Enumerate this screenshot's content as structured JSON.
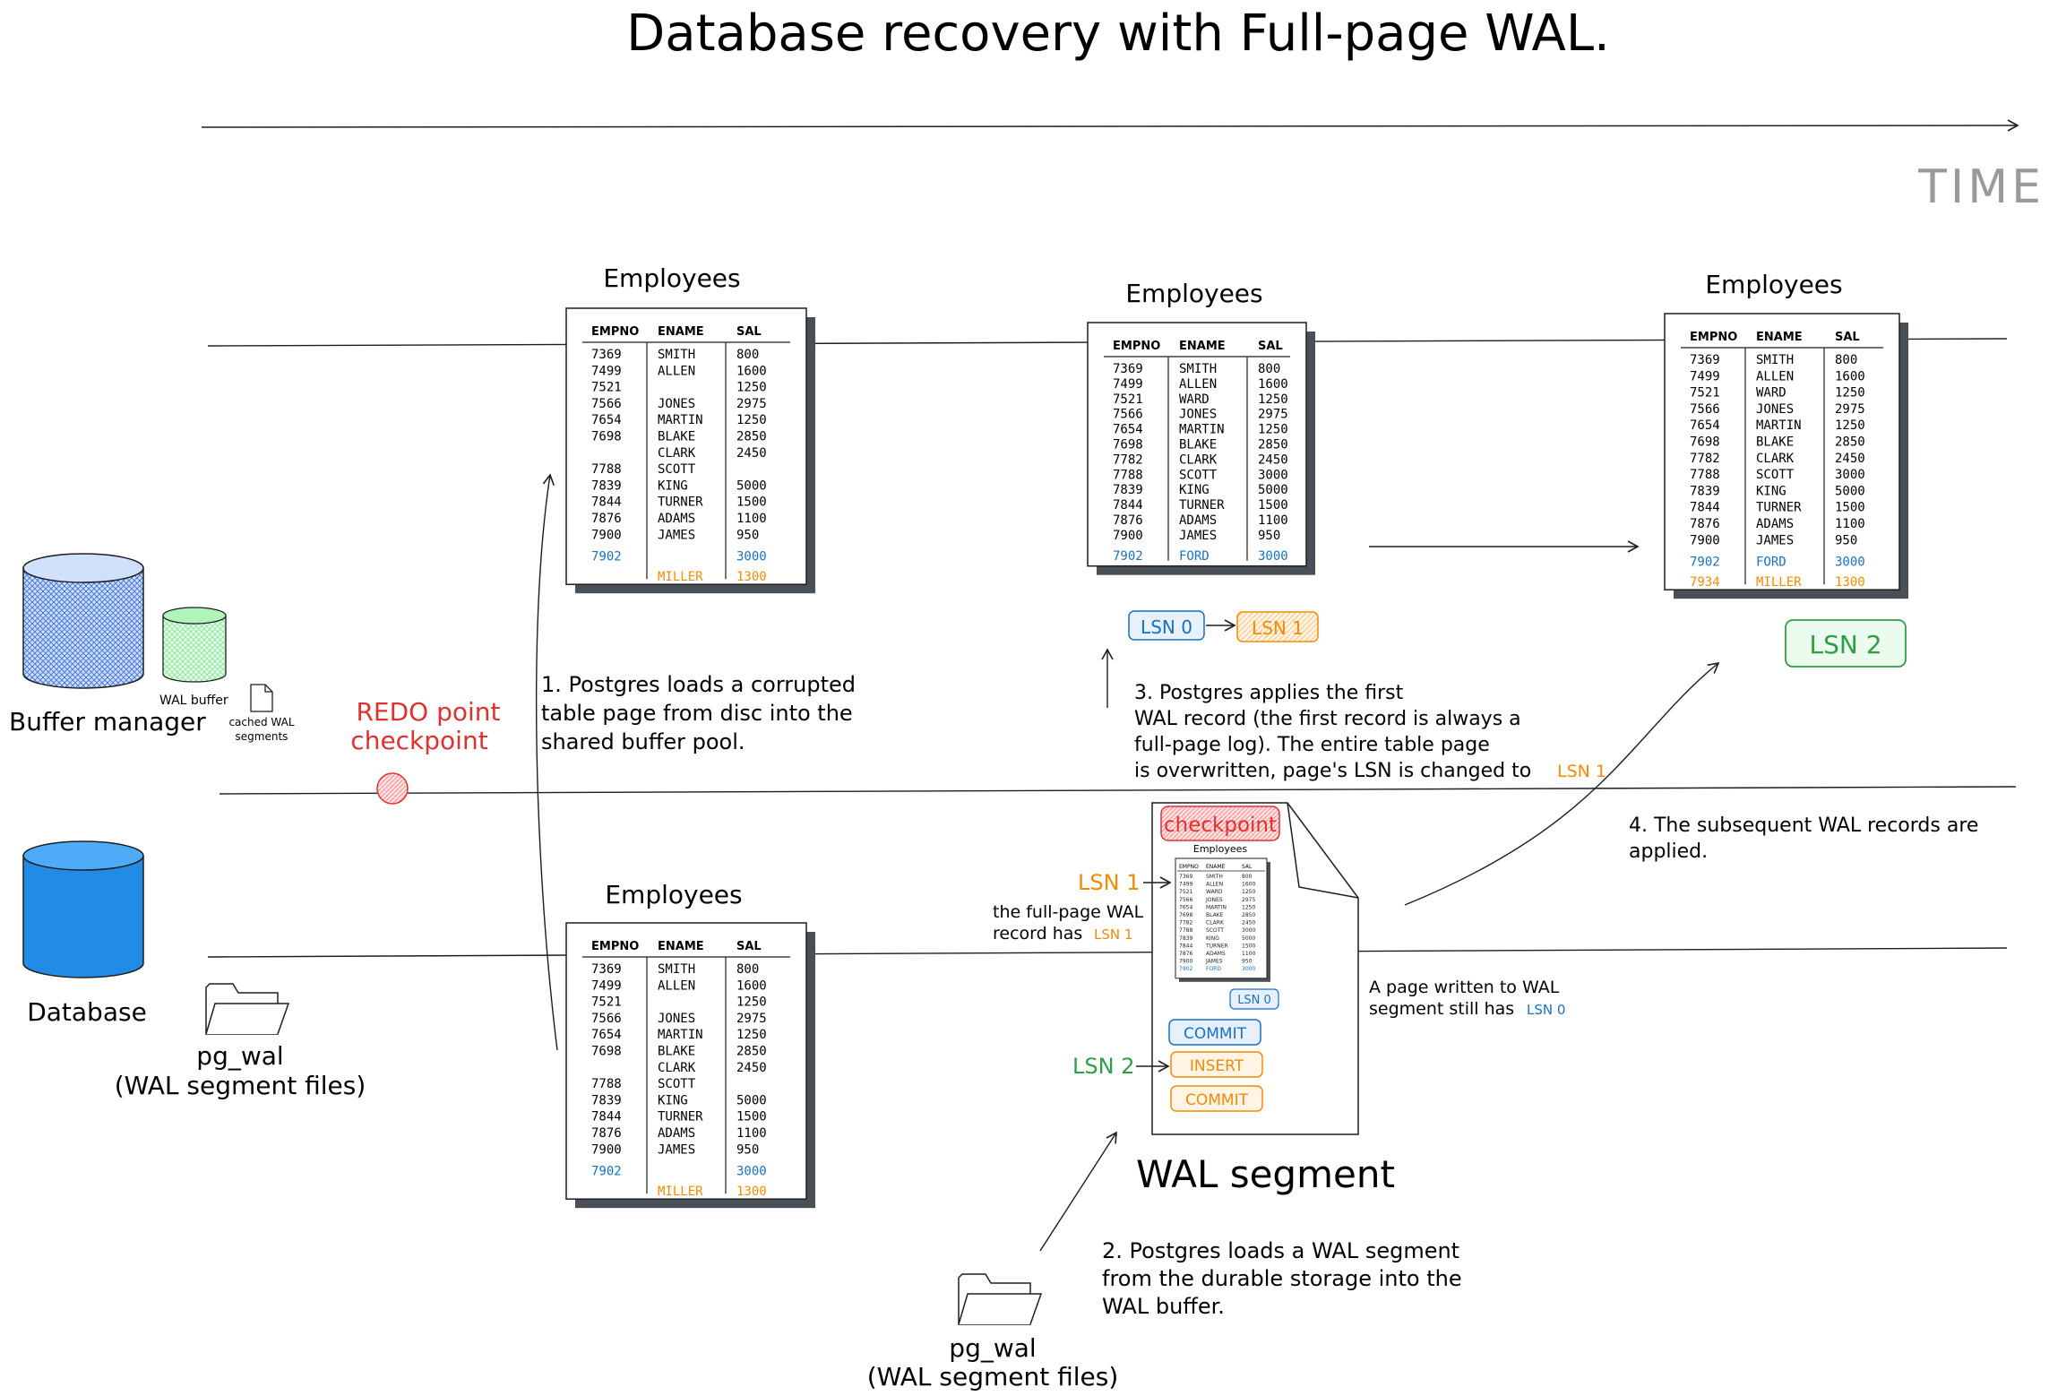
{
  "title": "Database recovery with Full-page WAL.",
  "time_label": "TIME",
  "left": {
    "buffer_manager": "Buffer manager",
    "wal_buffer": "WAL buffer",
    "cached_wal_1": "cached WAL",
    "cached_wal_2": "segments",
    "redo_1": "REDO point",
    "redo_2": "checkpoint",
    "database": "Database",
    "pg_wal": "pg_wal",
    "pg_wal_sub": "(WAL segment files)"
  },
  "table": {
    "title": "Employees",
    "headers": [
      "EMPNO",
      "ENAME",
      "SAL"
    ]
  },
  "table1": {
    "rows": [
      [
        "7369",
        "SMITH",
        "800"
      ],
      [
        "7499",
        "ALLEN",
        "1600"
      ],
      [
        "7521",
        "",
        "1250"
      ],
      [
        "7566",
        "JONES",
        "2975"
      ],
      [
        "7654",
        "MARTIN",
        "1250"
      ],
      [
        "7698",
        "BLAKE",
        "2850"
      ],
      [
        "",
        "CLARK",
        "2450"
      ],
      [
        "7788",
        "SCOTT",
        ""
      ],
      [
        "7839",
        "KING",
        "5000"
      ],
      [
        "7844",
        "TURNER",
        "1500"
      ],
      [
        "7876",
        "ADAMS",
        "1100"
      ],
      [
        "7900",
        "JAMES",
        "950"
      ]
    ],
    "extra": [
      {
        "c": [
          "7902",
          "",
          "3000"
        ],
        "color": "blue"
      },
      {
        "c": [
          "",
          "MILLER",
          "1300"
        ],
        "color": "orange"
      }
    ]
  },
  "table2": {
    "rows": [
      [
        "7369",
        "SMITH",
        "800"
      ],
      [
        "7499",
        "ALLEN",
        "1600"
      ],
      [
        "7521",
        "WARD",
        "1250"
      ],
      [
        "7566",
        "JONES",
        "2975"
      ],
      [
        "7654",
        "MARTIN",
        "1250"
      ],
      [
        "7698",
        "BLAKE",
        "2850"
      ],
      [
        "7782",
        "CLARK",
        "2450"
      ],
      [
        "7788",
        "SCOTT",
        "3000"
      ],
      [
        "7839",
        "KING",
        "5000"
      ],
      [
        "7844",
        "TURNER",
        "1500"
      ],
      [
        "7876",
        "ADAMS",
        "1100"
      ],
      [
        "7900",
        "JAMES",
        "950"
      ]
    ],
    "extra": [
      {
        "c": [
          "7902",
          "FORD",
          "3000"
        ],
        "color": "blue"
      }
    ]
  },
  "table3": {
    "rows": [
      [
        "7369",
        "SMITH",
        "800"
      ],
      [
        "7499",
        "ALLEN",
        "1600"
      ],
      [
        "7521",
        "WARD",
        "1250"
      ],
      [
        "7566",
        "JONES",
        "2975"
      ],
      [
        "7654",
        "MARTIN",
        "1250"
      ],
      [
        "7698",
        "BLAKE",
        "2850"
      ],
      [
        "7782",
        "CLARK",
        "2450"
      ],
      [
        "7788",
        "SCOTT",
        "3000"
      ],
      [
        "7839",
        "KING",
        "5000"
      ],
      [
        "7844",
        "TURNER",
        "1500"
      ],
      [
        "7876",
        "ADAMS",
        "1100"
      ],
      [
        "7900",
        "JAMES",
        "950"
      ]
    ],
    "extra": [
      {
        "c": [
          "7902",
          "FORD",
          "3000"
        ],
        "color": "blue"
      },
      {
        "c": [
          "7934",
          "MILLER",
          "1300"
        ],
        "color": "orange"
      }
    ]
  },
  "lsn": {
    "lsn0": "LSN 0",
    "lsn1": "LSN 1",
    "lsn2": "LSN 2"
  },
  "steps": {
    "s1": [
      "1. Postgres loads a corrupted",
      "table page from disc into the",
      "shared buffer pool."
    ],
    "s2": [
      "2. Postgres loads a WAL segment",
      "from the durable storage into the",
      "WAL buffer."
    ],
    "s3": [
      "3. Postgres applies the first",
      "WAL record (the first record is always a",
      "full-page log). The entire table page",
      "is overwritten, page's LSN is changed to"
    ],
    "s3_lsn": "LSN 1",
    "s4": [
      "4. The subsequent WAL records are",
      "applied."
    ]
  },
  "wal": {
    "checkpoint": "checkpoint",
    "mini_title": "Employees",
    "lsn0": "LSN 0",
    "commit": "COMMIT",
    "insert": "INSERT",
    "lsn1_label": "LSN 1",
    "lsn2_label": "LSN 2",
    "fpw_1": "the full-page WAL",
    "fpw_2": "record has",
    "fpw_lsn": "LSN 1",
    "page_note_1": "A page written to WAL",
    "page_note_2": "segment still has",
    "page_note_lsn": "LSN 0",
    "segment_label": "WAL segment"
  },
  "bottom": {
    "pg_wal": "pg_wal",
    "pg_wal_sub": "(WAL segment files)"
  },
  "colors": {
    "blue": "#1971c2",
    "orange": "#f08c00",
    "green": "#2f9e44",
    "red": "#e03131",
    "db_blue": "#228be6",
    "buffer_blue": "#4a7bd8",
    "wal_green": "#b2f2bb"
  }
}
